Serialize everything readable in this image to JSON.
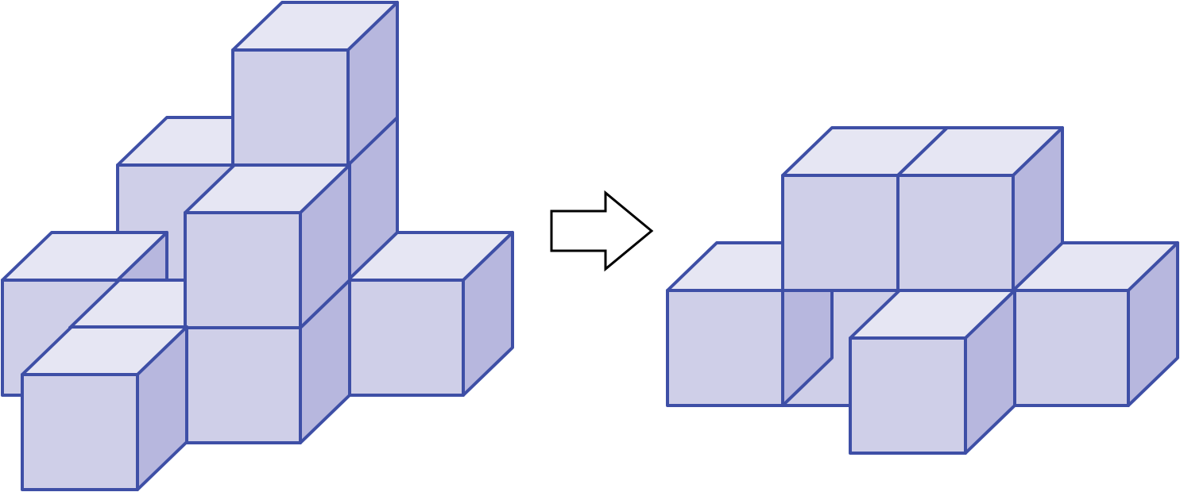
{
  "figure": {
    "description_kind": "cube-structure-transformation",
    "colors": {
      "edge": "#3e4fa6",
      "top_face": "#e6e6f3",
      "front_face": "#cfcfe8",
      "side_face": "#b7b7de",
      "arrow_stroke": "#000000",
      "arrow_fill": "#ffffff"
    },
    "before_structure": {
      "cube_count": 10
    },
    "after_structure": {
      "cube_count": 7
    },
    "arrow": {
      "direction": "right"
    }
  }
}
